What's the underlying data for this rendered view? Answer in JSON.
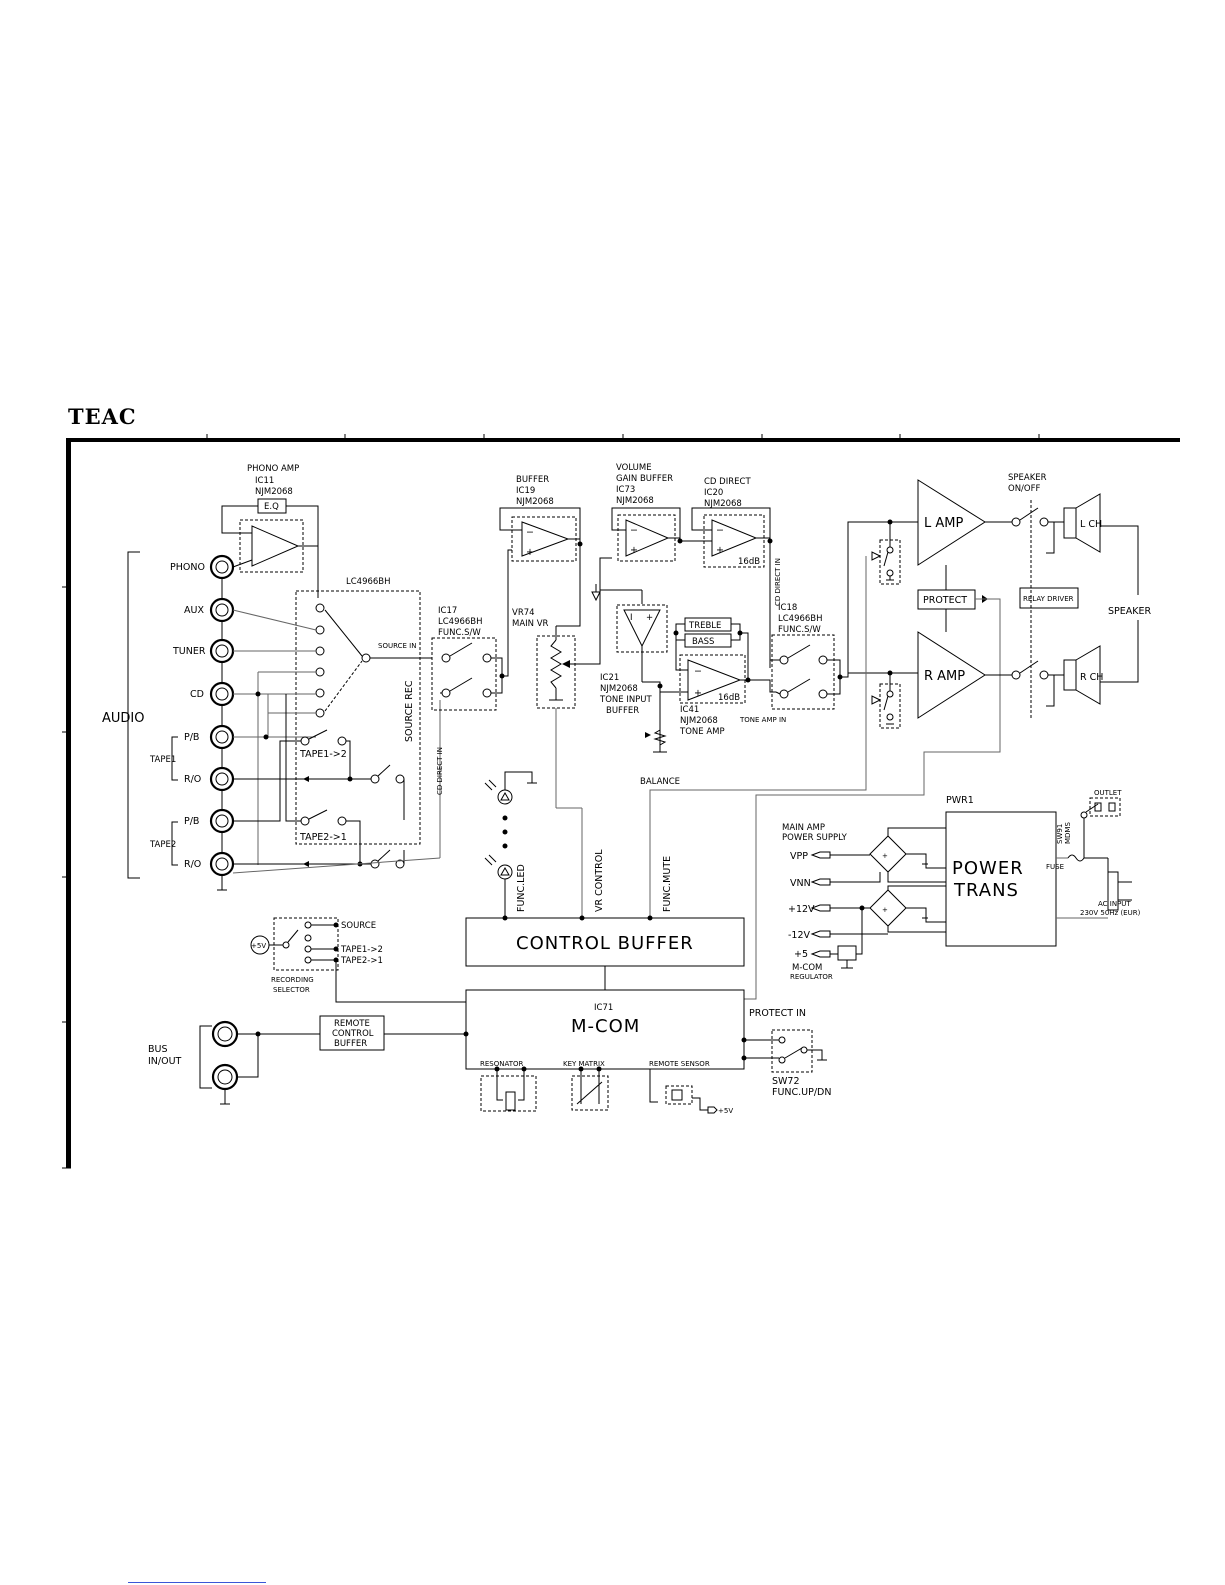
{
  "brand": "TEAC",
  "phono_amp": {
    "title": "PHONO AMP",
    "ic": "IC11",
    "part": "NJM2068",
    "eq": "E.Q"
  },
  "selector": {
    "part": "LC4966BH",
    "source_in": "SOURCE IN",
    "source_rec": "SOURCE REC",
    "tape1_2": "TAPE1->2",
    "tape2_1": "TAPE2->1",
    "cd_direct_in": "CD DIRECT IN"
  },
  "inputs": {
    "group": "AUDIO",
    "phono": "PHONO",
    "aux": "AUX",
    "tuner": "TUNER",
    "cd": "CD",
    "pb": "P/B",
    "ro": "R/O",
    "tape1": "TAPE1",
    "tape2": "TAPE2"
  },
  "ic17": {
    "ic": "IC17",
    "part": "LC4966BH",
    "func": "FUNC.S/W"
  },
  "buffer": {
    "title": "BUFFER",
    "ic": "IC19",
    "part": "NJM2068"
  },
  "vr74": {
    "ic": "VR74",
    "name": "MAIN VR"
  },
  "volume": {
    "title1": "VOLUME",
    "title2": "GAIN BUFFER",
    "ic": "IC73",
    "part": "NJM2068"
  },
  "cd_direct": {
    "title": "CD DIRECT",
    "ic": "IC20",
    "part": "NJM2068",
    "gain": "16dB",
    "cd_direct_in": "CD DIRECT IN"
  },
  "tone": {
    "treble": "TREBLE",
    "bass": "BASS",
    "ic21": "IC21",
    "part21": "NJM2068",
    "ic21_l1": "TONE INPUT",
    "ic21_l2": "BUFFER",
    "ic41": "IC41",
    "part41": "NJM2068",
    "ic41_label": "TONE AMP",
    "gain": "16dB",
    "tone_amp_in": "TONE AMP IN",
    "balance": "BALANCE"
  },
  "ic18": {
    "ic": "IC18",
    "part": "LC4966BH",
    "func": "FUNC.S/W"
  },
  "amps": {
    "l_amp": "L AMP",
    "r_amp": "R AMP",
    "protect": "PROTECT",
    "relay": "RELAY DRIVER"
  },
  "speaker": {
    "title1": "SPEAKER",
    "title2": "ON/OFF",
    "label": "SPEAKER",
    "l_ch": "L CH",
    "r_ch": "R CH"
  },
  "power": {
    "pwr": "PWR1",
    "main1": "MAIN AMP",
    "main2": "POWER SUPPLY",
    "vpp": "VPP",
    "vnn": "VNN",
    "p12": "+12V",
    "m12": "-12V",
    "p5": "+5",
    "mcom": "M-COM",
    "regulator": "REGULATOR",
    "trans1": "POWER",
    "trans2": "TRANS",
    "fuse": "FUSE",
    "outlet": "OUTLET",
    "sw1": "SW91",
    "sw1b": "MDMS",
    "ac1": "AC INPUT",
    "ac2": "230V 50Hz (EUR)"
  },
  "control": {
    "buffer": "CONTROL BUFFER",
    "func_led": "FUNC.LED",
    "vr_control": "VR CONTROL",
    "func_mute": "FUNC.MUTE"
  },
  "mcom": {
    "ic": "IC71",
    "name": "M-COM",
    "resonator": "RESONATOR",
    "key": "KEY MATRIX",
    "remote": "REMOTE SENSOR",
    "protect_in": "PROTECT IN",
    "p5v": "+5V"
  },
  "rec_sel": {
    "source": "SOURCE",
    "t12": "TAPE1->2",
    "t21": "TAPE2->1",
    "l1": "RECORDING",
    "l2": "SELECTOR",
    "p5v": "+5V"
  },
  "remote_buf": {
    "l1": "REMOTE",
    "l2": "CONTROL",
    "l3": "BUFFER"
  },
  "bus": {
    "l1": "BUS",
    "l2": "IN/OUT"
  },
  "sw72": {
    "name": "SW72",
    "func": "FUNC.UP/DN"
  }
}
